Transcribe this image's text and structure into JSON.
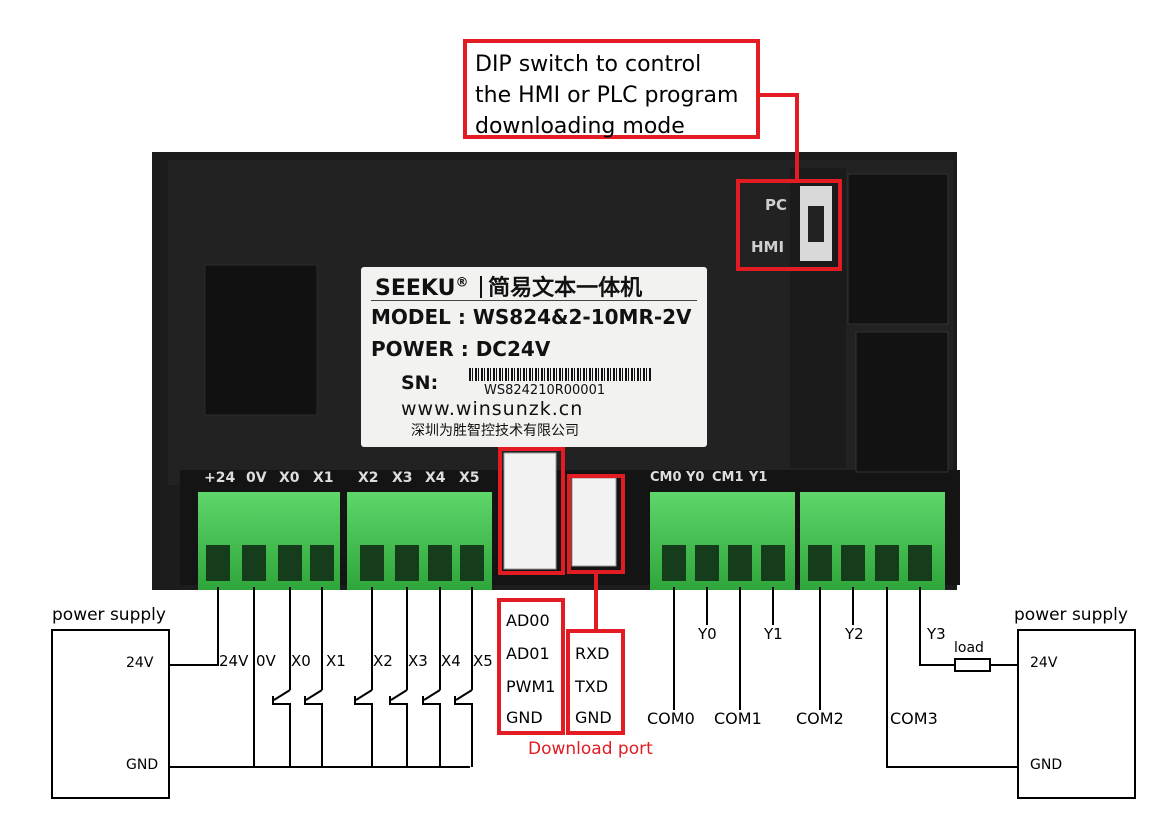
{
  "callout": {
    "lines": [
      "DIP switch to control",
      "the HMI or PLC program",
      "downloading mode"
    ]
  },
  "dip_switch": {
    "pc_label": "PC",
    "hmi_label": "HMI"
  },
  "nameplate": {
    "brand": "SEEKU",
    "brand_mark": "®",
    "product_cn": "简易文本一体机",
    "model": "MODEL : WS824&2-10MR-2V",
    "power": "POWER : DC24V",
    "sn_label": "SN:",
    "serial": "WS824210R00001",
    "website": "www.winsunzk.cn",
    "company_cn": "深圳为胜智控技术有限公司"
  },
  "terminal_labels": {
    "left": [
      "+24",
      "0V",
      "X0",
      "X1"
    ],
    "mid": [
      "X2",
      "X3",
      "X4",
      "X5"
    ],
    "right": [
      "CM0",
      "Y0",
      "CM1",
      "Y1"
    ]
  },
  "left_supply": {
    "title": "power supply",
    "plus": "24V",
    "gnd": "GND"
  },
  "right_supply": {
    "title": "power supply",
    "plus": "24V",
    "gnd": "GND"
  },
  "input_wires": [
    "24V",
    "0V",
    "X0",
    "X1",
    "X2",
    "X3",
    "X4",
    "X5"
  ],
  "download_port": {
    "pins_a": [
      "AD00",
      "AD01",
      "PWM1",
      "GND"
    ],
    "pins_b": [
      "RXD",
      "TXD",
      "GND"
    ],
    "caption": "Download port"
  },
  "outputs": {
    "y_labels": [
      "Y0",
      "Y1",
      "Y2",
      "Y3"
    ],
    "com_labels": [
      "COM0",
      "COM1",
      "COM2",
      "COM3"
    ],
    "load": "load"
  },
  "colors": {
    "accent": "#e31b23",
    "terminal": "#3ec24a",
    "device": "#1e1e1e"
  }
}
